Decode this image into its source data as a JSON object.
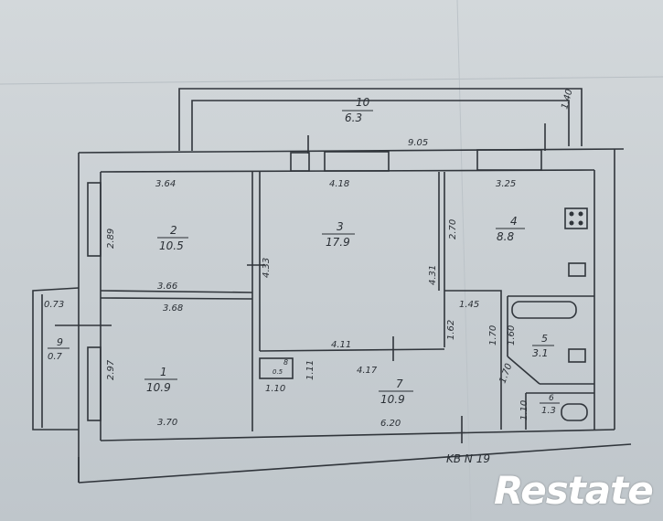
{
  "rooms": [
    {
      "id": "r10",
      "number": "10",
      "area": "6.3"
    },
    {
      "id": "r2",
      "number": "2",
      "area": "10.5"
    },
    {
      "id": "r3",
      "number": "3",
      "area": "17.9"
    },
    {
      "id": "r4",
      "number": "4",
      "area": "8.8"
    },
    {
      "id": "r1",
      "number": "1",
      "area": "10.9"
    },
    {
      "id": "r7",
      "number": "7",
      "area": "10.9"
    },
    {
      "id": "r5",
      "number": "5",
      "area": "3.1"
    },
    {
      "id": "r6",
      "number": "6",
      "area": "1.3"
    },
    {
      "id": "r9",
      "number": "9",
      "area": "0.7"
    },
    {
      "id": "r8",
      "number": "8",
      "area": "0.5"
    }
  ],
  "dimensions": {
    "balcony_length": "9.05",
    "balcony_depth": "1.40",
    "r2_top": "3.64",
    "r2_left": "2.89",
    "r2_bottom": "3.66",
    "r3_top": "4.18",
    "r3_right": "2.70",
    "r3_mid": "4.33",
    "r3_lower_right": "4.31",
    "r4_top": "3.25",
    "r1_top": "3.68",
    "r1_left": "2.97",
    "r1_bottom": "3.70",
    "r9_width": "0.73",
    "r7_top": "4.11",
    "r7_mid": "4.17",
    "r7_bottom": "6.20",
    "r7_right": "1.62",
    "r5_top": "1.45",
    "r5_left_a": "1.70",
    "r5_left_b": "1.60",
    "r5_diag": "1.70",
    "r6_left": "1.10",
    "r8_width": "1.10",
    "r8_height": "1.11"
  },
  "apartment_label": "KB N 19",
  "watermark": "Restate"
}
